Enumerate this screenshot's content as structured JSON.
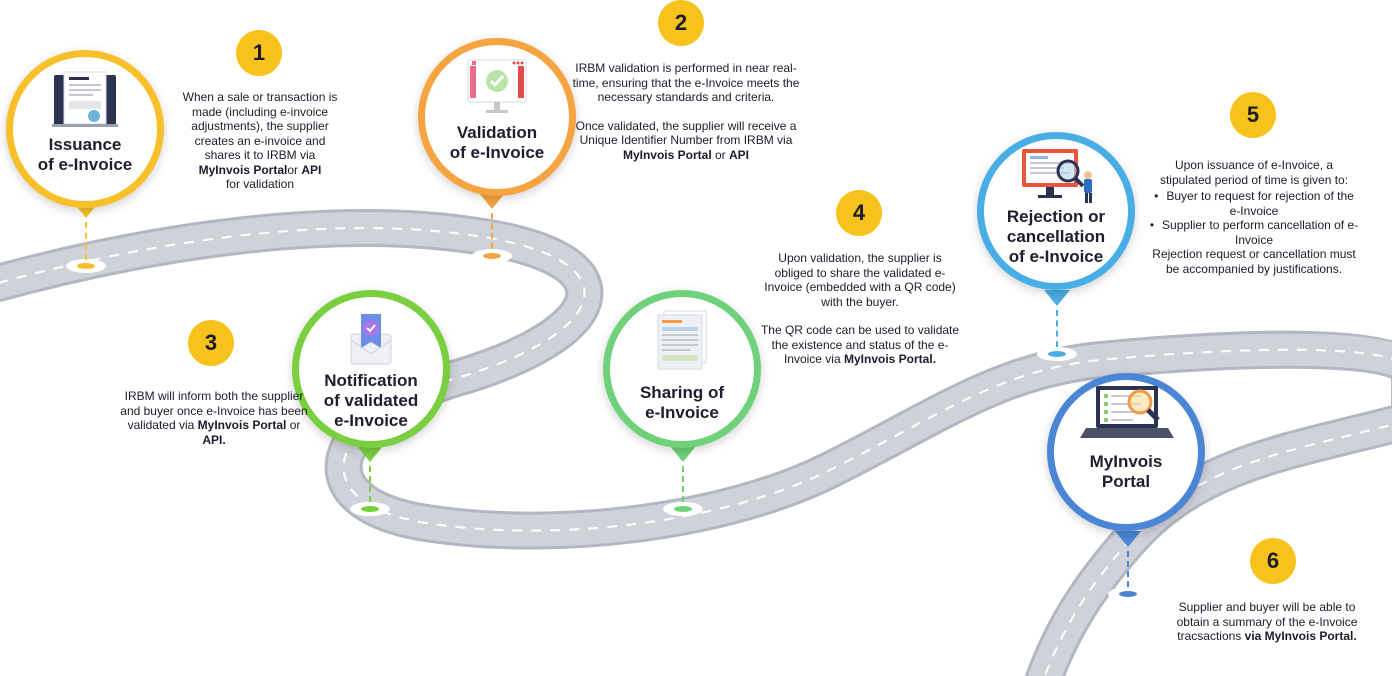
{
  "colors": {
    "road": "#c9ccd4",
    "road_edge": "#b3b7c1",
    "lane": "#ffffff",
    "badge": "#f8c21c",
    "stage1": "#f7c02b",
    "stage2": "#f5a442",
    "stage3": "#79cf3f",
    "stage4": "#6fd17a",
    "stage5": "#4aaee6",
    "stage6": "#4b86d6"
  },
  "steps": [
    {
      "number": "1",
      "title": [
        "Issuance",
        "of e-Invoice"
      ],
      "icon": "invoice-document-icon",
      "text": [
        [
          {
            "t": "When a sale or transaction is"
          },
          {
            "t": "made (including e-invoice"
          },
          {
            "t": "adjustments), the supplier"
          },
          {
            "t": "creates an e-invoice and"
          },
          {
            "t": "shares it to IRBM via"
          },
          {
            "t": "MyInvois Portal",
            "b": true
          },
          {
            "t": "or "
          },
          {
            "t": "API",
            "b": true
          },
          {
            "t": "for validation"
          }
        ]
      ]
    },
    {
      "number": "2",
      "title": [
        "Validation",
        "of e-Invoice"
      ],
      "icon": "monitor-checkmark-icon",
      "text": [
        "IRBM validation is performed in near real-time, ensuring that the e-Invoice meets the necessary standards and criteria.",
        "Once validated, the supplier will receive a Unique Identifier Number from IRBM via"
      ],
      "text_bold_1": "MyInvois Portal",
      "text_mid_1": "or",
      "text_bold_2": "API"
    },
    {
      "number": "3",
      "title": [
        "Notification",
        "of validated",
        "e-Invoice"
      ],
      "icon": "envelope-badge-icon",
      "text": [
        "IRBM will inform both the supplier and buyer once e-Invoice has been validated via"
      ],
      "text_bold_1": "MyInvois Portal",
      "text_mid_1": "or",
      "text_bold_2": "API."
    },
    {
      "number": "4",
      "title": [
        "Sharing of",
        "e-Invoice"
      ],
      "icon": "invoice-stack-icon",
      "text": [
        "Upon validation, the supplier is obliged to share the validated e-Invoice (embedded with a QR code) with the buyer.",
        "The QR code can be used to validate the existence and status of the e-Invoice via"
      ],
      "text_bold_1": "MyInvois Portal."
    },
    {
      "number": "5",
      "title": [
        "Rejection or",
        "cancellation",
        "of e-Invoice"
      ],
      "icon": "monitor-magnifier-person-icon",
      "intro": "Upon issuance of e-Invoice, a stipulated period of time is given to:",
      "bullets": [
        "Buyer to request for rejection of the e-Invoice",
        "Supplier to perform cancellation of e-Invoice"
      ],
      "outro": "Rejection request or cancellation must be accompanied by justifications."
    },
    {
      "number": "6",
      "title": [
        "MyInvois",
        "Portal"
      ],
      "icon": "laptop-magnifier-icon",
      "text": [
        "Supplier and buyer will be able to obtain a summary of the e-Invoice tracsactions"
      ],
      "text_bold_1": "via MyInvois Portal."
    }
  ]
}
